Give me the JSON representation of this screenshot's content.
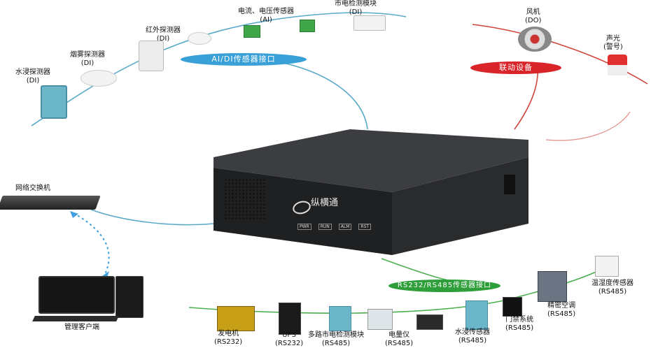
{
  "interfaces": {
    "ai_di": "AI/DI传感器接口",
    "linkage": "联动设备",
    "rs": "RS232/RS485传感器接口"
  },
  "top_devices": [
    {
      "name": "水浸探测器",
      "proto": "(DI)"
    },
    {
      "name": "烟雾探测器",
      "proto": "(DI)"
    },
    {
      "name": "红外探测器",
      "proto": "(DI)"
    },
    {
      "name": "电流、电压传感器",
      "proto": "(AI)"
    },
    {
      "name": "市电检测模块",
      "proto": "(DI)"
    }
  ],
  "linkage_devices": [
    {
      "name": "风机",
      "proto": "(DO)"
    },
    {
      "name": "声光",
      "proto": "(警号)"
    }
  ],
  "network": {
    "switch": "网络交换机",
    "client": "管理客户端"
  },
  "unit": {
    "brand": "纵横通",
    "leds": [
      "PWR",
      "RUN",
      "ALM",
      "RST"
    ]
  },
  "bottom_devices": [
    {
      "name": "发电机",
      "proto": "(RS232)"
    },
    {
      "name": "UPS",
      "proto": "(RS232)"
    },
    {
      "name": "多路市电检测模块",
      "proto": "(RS485)"
    },
    {
      "name": "电量仪",
      "proto": "(RS485)"
    },
    {
      "name": "水浸传感器",
      "proto": "(RS485)"
    },
    {
      "name": "门禁系统",
      "proto": "(RS485)"
    },
    {
      "name": "精密空调",
      "proto": "(RS485)"
    },
    {
      "name": "温湿度传感器",
      "proto": "(RS485)"
    }
  ],
  "colors": {
    "line_blue": "#5aa9c9",
    "line_red": "#d0453a",
    "line_green": "#4caf50",
    "pill_blue": "#3aa0d8",
    "pill_red": "#d9252a",
    "pill_green": "#2e9e3a"
  }
}
